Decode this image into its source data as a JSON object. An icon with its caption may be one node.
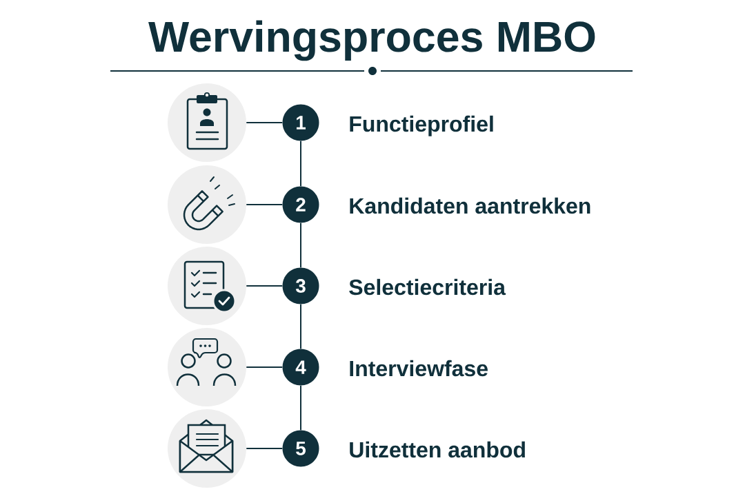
{
  "diagram": {
    "title": "Wervingsproces MBO",
    "nodes": [
      {
        "text": [],
        "shape": "circle"
      },
      {
        "text": [
          "1"
        ],
        "beside": [
          "Functieprofiel"
        ]
      },
      {
        "text": [],
        "shape": "circle"
      },
      {
        "text": [
          "2"
        ],
        "beside": [
          "Kandidaten aantrekken"
        ]
      },
      {
        "text": [],
        "shape": "circle"
      },
      {
        "text": [
          "3"
        ],
        "beside": [
          "Selectiecriteria"
        ]
      },
      {
        "text": [],
        "shape": "circle"
      },
      {
        "text": [
          "4"
        ],
        "beside": [
          "Interviewfase"
        ]
      },
      {
        "text": [],
        "shape": "circle"
      },
      {
        "text": [
          "5"
        ],
        "beside": [
          "Uitzetten aanbod"
        ]
      }
    ],
    "edges": [
      {
        "from": 0,
        "to": 1,
        "arrow": "none"
      },
      {
        "from": 1,
        "to": 3,
        "arrow": "none"
      },
      {
        "from": 2,
        "to": 3,
        "arrow": "none"
      },
      {
        "from": 3,
        "to": 5,
        "arrow": "none"
      },
      {
        "from": 4,
        "to": 5,
        "arrow": "none"
      },
      {
        "from": 5,
        "to": 7,
        "arrow": "none"
      },
      {
        "from": 6,
        "to": 7,
        "arrow": "none"
      },
      {
        "from": 7,
        "to": 9,
        "arrow": "none"
      },
      {
        "from": 8,
        "to": 9,
        "arrow": "none"
      }
    ]
  }
}
